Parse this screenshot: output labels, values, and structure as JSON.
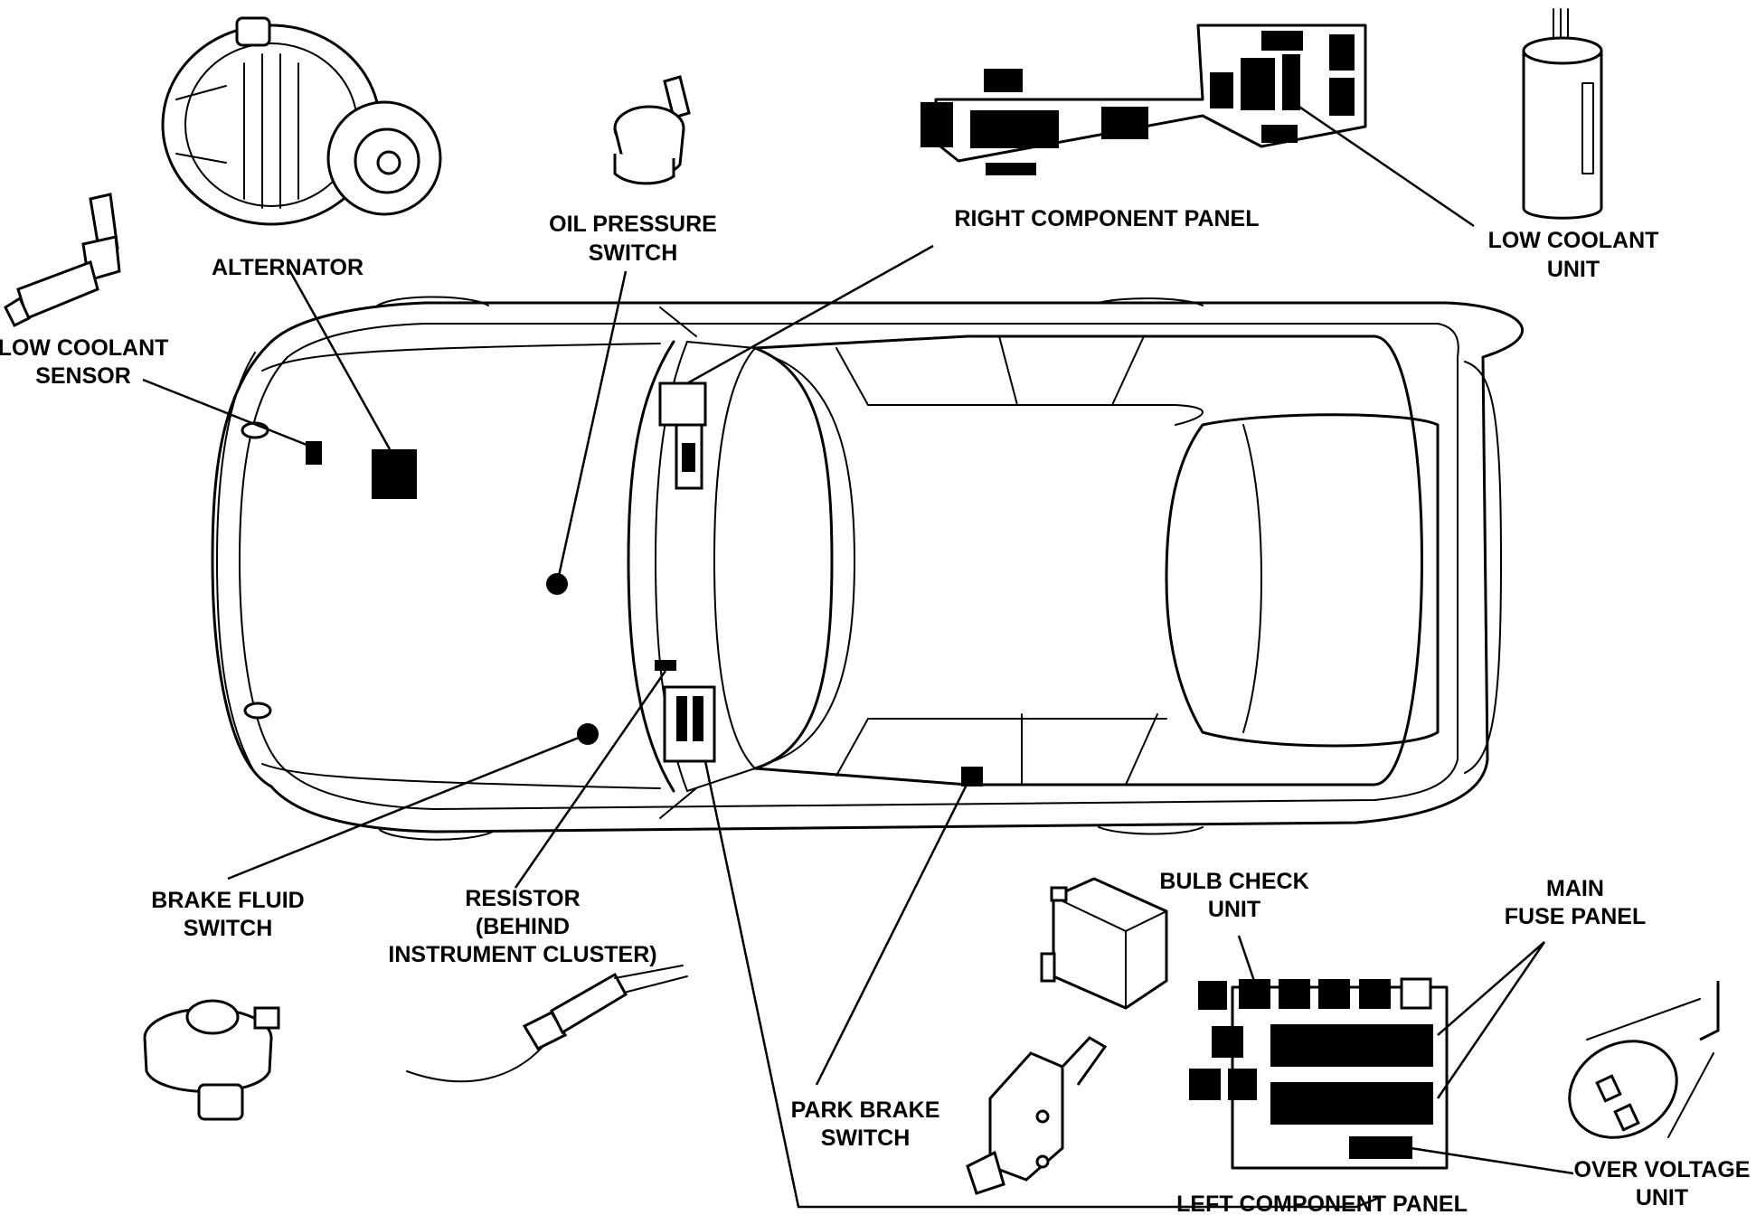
{
  "labels": {
    "alternator": "ALTERNATOR",
    "low_coolant_sensor_1": "LOW COOLANT",
    "low_coolant_sensor_2": "SENSOR",
    "oil_pressure_1": "OIL PRESSURE",
    "oil_pressure_2": "SWITCH",
    "right_component_panel": "RIGHT COMPONENT PANEL",
    "low_coolant_unit_1": "LOW COOLANT",
    "low_coolant_unit_2": "UNIT",
    "brake_fluid_1": "BRAKE FLUID",
    "brake_fluid_2": "SWITCH",
    "resistor_1": "RESISTOR",
    "resistor_2": "(BEHIND",
    "resistor_3": "INSTRUMENT CLUSTER)",
    "bulb_check_1": "BULB CHECK",
    "bulb_check_2": "UNIT",
    "main_fuse_1": "MAIN",
    "main_fuse_2": "FUSE PANEL",
    "park_brake_1": "PARK BRAKE",
    "park_brake_2": "SWITCH",
    "over_voltage_1": "OVER VOLTAGE",
    "over_voltage_2": "UNIT",
    "left_component_panel": "LEFT COMPONENT PANEL"
  }
}
